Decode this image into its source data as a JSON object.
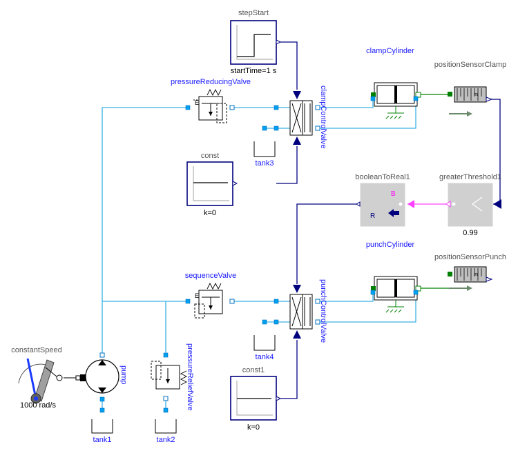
{
  "labels": {
    "step_start": "stepStart",
    "step_start_param": "startTime=1 s",
    "pressure_reducing_valve": "pressureReducingValve",
    "clamp_cylinder": "clampCylinder",
    "position_sensor_clamp": "positionSensorClamp",
    "clamp_control_valve": "clampControlValve",
    "tank3": "tank3",
    "const": "const",
    "const_param": "k=0",
    "boolean_to_real": "booleanToReal1",
    "boolean_to_real_b": "B",
    "boolean_to_real_r": "R",
    "greater_threshold": "greaterThreshold1",
    "greater_threshold_param": "0.99",
    "punch_cylinder": "punchCylinder",
    "position_sensor_punch": "positionSensorPunch",
    "sequence_valve": "sequenceValve",
    "punch_control_valve": "punchControlValve",
    "tank4": "tank4",
    "constant_speed": "constantSpeed",
    "constant_speed_param": "1000 rad/s",
    "pump": "pump",
    "pressure_relief_valve": "pressureReliefValve",
    "tank1": "tank1",
    "tank2": "tank2",
    "const1": "const1",
    "const1_param": "k=0",
    "sensor_unit": "m"
  },
  "colors": {
    "hydraulic_line": "#3ab0e8",
    "signal_line": "#00007f",
    "boolean_line": "#ff40ff",
    "mechanical_line": "#008000",
    "component_label": "#1a1aff",
    "block_label": "#555555"
  }
}
